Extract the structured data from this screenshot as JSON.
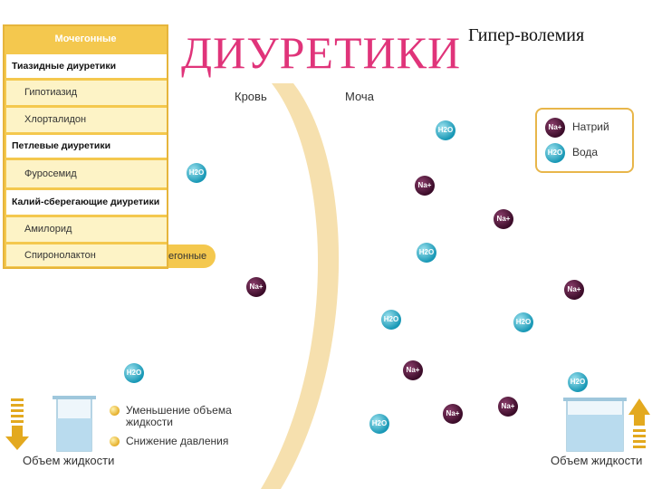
{
  "title": "ДИУРЕТИКИ",
  "subtitle": "Гипер-волемия",
  "labels": {
    "blood": "Кровь",
    "urine": "Моча"
  },
  "panel": {
    "header": "Мочегонные",
    "items": [
      {
        "kind": "category",
        "text": "Тиазидные диуретики"
      },
      {
        "kind": "drug",
        "text": "Гипотиазид"
      },
      {
        "kind": "drug",
        "text": "Хлорталидон"
      },
      {
        "kind": "category",
        "text": "Петлевые диуретики"
      },
      {
        "kind": "drug",
        "text": "Фуросемид"
      },
      {
        "kind": "category",
        "text": "Калий-сберегающие диуретики"
      },
      {
        "kind": "drug",
        "text": "Амилорид"
      },
      {
        "kind": "drug",
        "text": "Спиронолактон"
      }
    ]
  },
  "pill_text": "егонные",
  "legend": {
    "sodium_symbol": "Na+",
    "sodium_label": "Натрий",
    "water_symbol": "H2O",
    "water_label": "Вода"
  },
  "molecules": {
    "na_text": "Na+",
    "h2o_text": "H2O"
  },
  "effects": [
    "Уменьшение объема жидкости",
    "Снижение давления"
  ],
  "beakers": {
    "left_caption": "Объем жидкости",
    "right_caption": "Объем жидкости"
  },
  "colors": {
    "title": "#e0347a",
    "panel": "#f4c84e",
    "membrane": "#f6e0ae",
    "sodium": "#3a0b28",
    "water": "#1797b5"
  }
}
